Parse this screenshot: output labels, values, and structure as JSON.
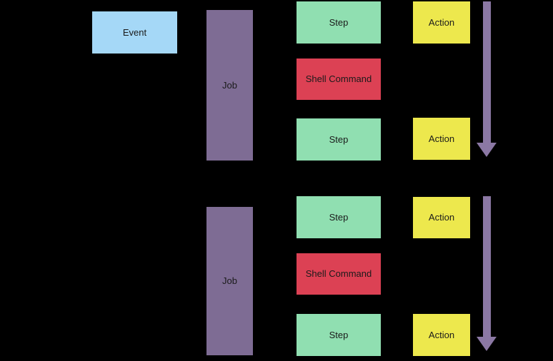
{
  "diagram": {
    "event": {
      "label": "Event"
    },
    "groups": [
      {
        "job": {
          "label": "Job"
        },
        "items": [
          {
            "type": "step",
            "label": "Step"
          },
          {
            "type": "shell-command",
            "label": "Shell Command"
          },
          {
            "type": "step",
            "label": "Step"
          }
        ],
        "actions": [
          {
            "label": "Action"
          },
          {
            "label": "Action"
          }
        ],
        "flow_arrow": "down"
      },
      {
        "job": {
          "label": "Job"
        },
        "items": [
          {
            "type": "step",
            "label": "Step"
          },
          {
            "type": "shell-command",
            "label": "Shell Command"
          },
          {
            "type": "step",
            "label": "Step"
          }
        ],
        "actions": [
          {
            "label": "Action"
          },
          {
            "label": "Action"
          }
        ],
        "flow_arrow": "down"
      }
    ]
  },
  "colors": {
    "background": "#000000",
    "event": "#A5D8F7",
    "job": "#7E6C94",
    "step": "#90DFB1",
    "shell-command": "#DC4154",
    "action": "#EDE84D",
    "arrow": "#8B78A4",
    "text": "#1A1A1A"
  }
}
